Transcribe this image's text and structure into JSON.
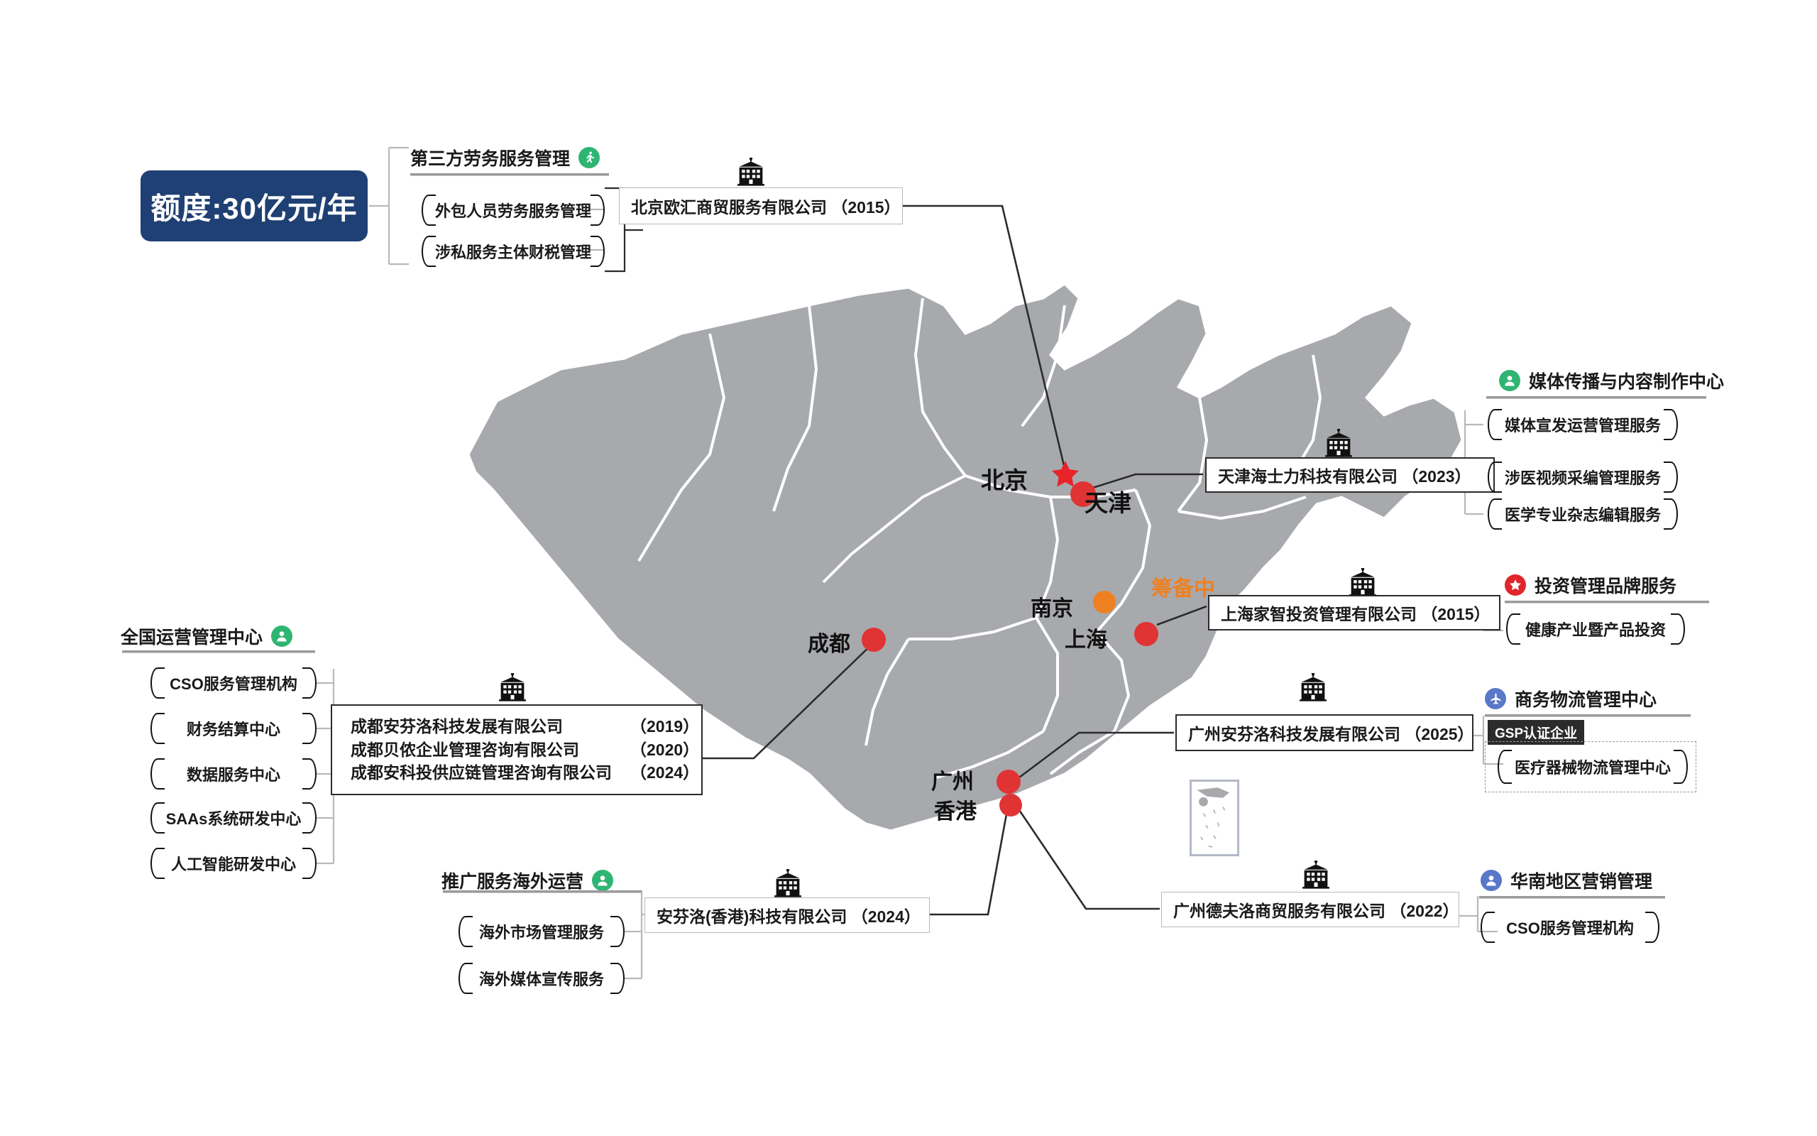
{
  "quota": {
    "label": "额度:30亿元/年",
    "color": "#1F4074"
  },
  "map": {
    "land_color": "#a7a9ac",
    "border_color": "#ffffff",
    "cities": [
      {
        "name": "北京",
        "marker": "star",
        "color": "#e8232a"
      },
      {
        "name": "天津",
        "marker": "dot",
        "color": "#e03434"
      },
      {
        "name": "南京",
        "marker": "dot",
        "color": "#ef8022"
      },
      {
        "name": "上海",
        "marker": "dot",
        "color": "#e03434"
      },
      {
        "name": "成都",
        "marker": "dot",
        "color": "#e03434"
      },
      {
        "name": "广州",
        "marker": "dot",
        "color": "#e03434"
      },
      {
        "name": "香港",
        "marker": "dot",
        "color": "#e03434"
      }
    ],
    "prep_note": "筹备中",
    "prep_color": "#ef8022"
  },
  "groups": {
    "third_party_labor": {
      "title": "第三方劳务服务管理",
      "icon": "runner-icon",
      "icon_color": "#2fb573",
      "items": [
        "外包人员劳务服务管理",
        "涉私服务主体财税管理"
      ]
    },
    "media_center": {
      "title": "媒体传播与内容制作中心",
      "icon": "person-icon",
      "icon_color": "#2fb573",
      "items": [
        "媒体宣发运营管理服务",
        "涉医视频采编管理服务",
        "医学专业杂志编辑服务"
      ]
    },
    "investment_brand": {
      "title": "投资管理品牌服务",
      "icon": "star-icon",
      "icon_color": "#e0252b",
      "items": [
        "健康产业暨产品投资"
      ]
    },
    "logistics_center": {
      "title": "商务物流管理中心",
      "icon": "airplane-icon",
      "icon_color": "#5a78c8",
      "tag": "GSP认证企业",
      "items": [
        "医疗器械物流管理中心"
      ]
    },
    "south_china_marketing": {
      "title": "华南地区营销管理",
      "icon": "person-icon",
      "icon_color": "#5a78c8",
      "items": [
        "CSO服务管理机构"
      ]
    },
    "national_operations": {
      "title": "全国运营管理中心",
      "icon": "person-icon",
      "icon_color": "#2fb573",
      "items": [
        "CSO服务管理机构",
        "财务结算中心",
        "数据服务中心",
        "SAAs系统研发中心",
        "人工智能研发中心"
      ]
    },
    "overseas_promotion": {
      "title": "推广服务海外运营",
      "icon": "person-icon",
      "icon_color": "#2fb573",
      "items": [
        "海外市场管理服务",
        "海外媒体宣传服务"
      ]
    }
  },
  "companies": {
    "beijing": {
      "name": "北京欧汇商贸服务有限公司",
      "year": "（2015）",
      "icon": "building-icon"
    },
    "tianjin": {
      "name": "天津海士力科技有限公司",
      "year": "（2023）",
      "icon": "building-icon"
    },
    "shanghai": {
      "name": "上海家智投资管理有限公司",
      "year": "（2015）",
      "icon": "building-icon"
    },
    "guangzhou_anfenluo": {
      "name": "广州安芬洛科技发展有限公司",
      "year": "（2025）",
      "icon": "building-icon"
    },
    "guangzhou_defuluo": {
      "name": "广州德夫洛商贸服务有限公司",
      "year": "（2022）",
      "icon": "building-icon"
    },
    "hongkong": {
      "name": "安芬洛(香港)科技有限公司",
      "year": "（2024）",
      "icon": "building-icon"
    },
    "chengdu": {
      "icon": "building-icon",
      "rows": [
        {
          "name": "成都安芬洛科技发展有限公司",
          "year": "（2019）"
        },
        {
          "name": "成都贝侬企业管理咨询有限公司",
          "year": "（2020）"
        },
        {
          "name": "成都安科投供应链管理咨询有限公司",
          "year": "（2024）"
        }
      ]
    }
  }
}
